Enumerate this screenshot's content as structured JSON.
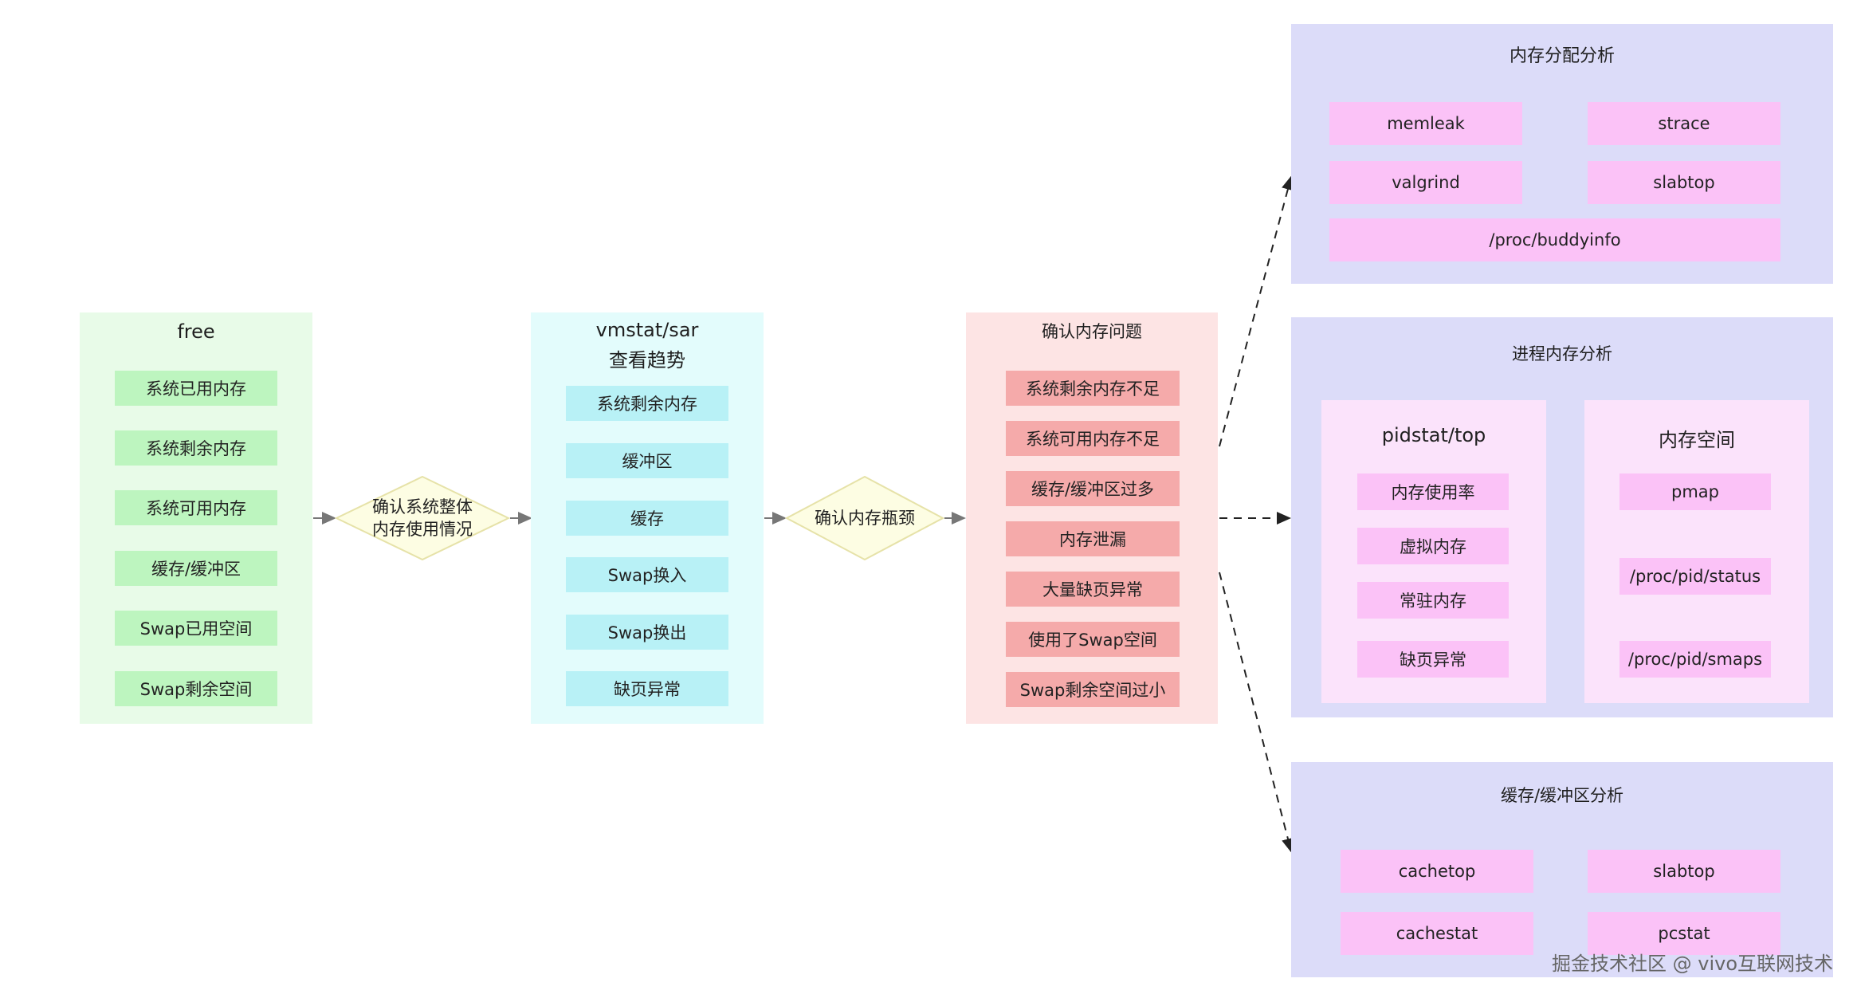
{
  "free": {
    "title": "free",
    "items": [
      "系统已用内存",
      "系统剩余内存",
      "系统可用内存",
      "缓存/缓冲区",
      "Swap已用空间",
      "Swap剩余空间"
    ]
  },
  "decision1": {
    "line1": "确认系统整体",
    "line2": "内存使用情况"
  },
  "vmstat": {
    "title_line1": "vmstat/sar",
    "title_line2": "查看趋势",
    "items": [
      "系统剩余内存",
      "缓冲区",
      "缓存",
      "Swap换入",
      "Swap换出",
      "缺页异常"
    ]
  },
  "decision2": {
    "label": "确认内存瓶颈"
  },
  "confirm": {
    "title": "确认内存问题",
    "items": [
      "系统剩余内存不足",
      "系统可用内存不足",
      "缓存/缓冲区过多",
      "内存泄漏",
      "大量缺页异常",
      "使用了Swap空间",
      "Swap剩余空间过小"
    ]
  },
  "alloc": {
    "title": "内存分配分析",
    "tools": [
      "memleak",
      "strace",
      "valgrind",
      "slabtop",
      "/proc/buddyinfo"
    ]
  },
  "process": {
    "title": "进程内存分析",
    "pidstat": {
      "title": "pidstat/top",
      "items": [
        "内存使用率",
        "虚拟内存",
        "常驻内存",
        "缺页异常"
      ]
    },
    "memspace": {
      "title": "内存空间",
      "items": [
        "pmap",
        "/proc/pid/status",
        "/proc/pid/smaps"
      ]
    }
  },
  "cache": {
    "title": "缓存/缓冲区分析",
    "tools": [
      "cachetop",
      "slabtop",
      "cachestat",
      "pcstat"
    ]
  },
  "watermark": "掘金技术社区 @ vivo互联网技术",
  "colors": {
    "free_bg": "#e8fbe8",
    "free_pill": "#bdf5bf",
    "vm_bg": "#e3fcfc",
    "vm_pill": "#b8f1f6",
    "confirm_bg": "#fde4e4",
    "confirm_pill": "#f5aaaa",
    "analysis_bg": "#dcdcf9",
    "analysis_pill": "#fbc2f7",
    "decision_fill": "#fdfde3",
    "arrow": "#555555"
  }
}
